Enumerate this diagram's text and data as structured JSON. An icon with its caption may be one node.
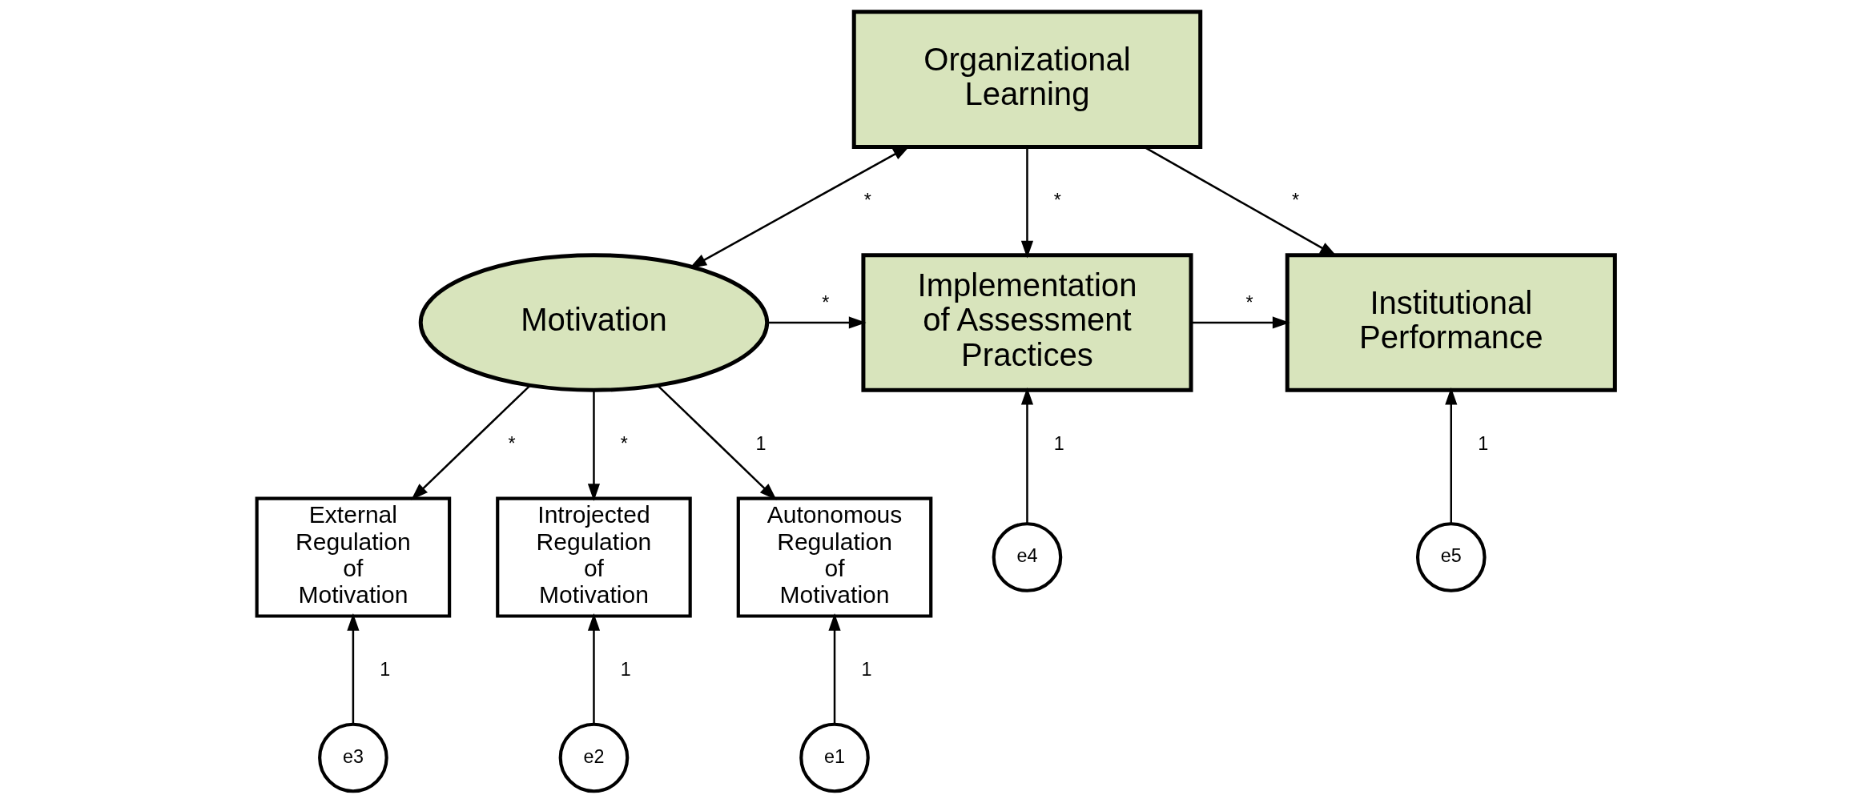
{
  "diagram": {
    "nodes": [
      {
        "text": [
          "Organizational Learning"
        ]
      },
      {
        "text": [
          "Motivation"
        ]
      },
      {
        "text": [
          "Implementation of Assessment Practices"
        ]
      },
      {
        "text": [
          "Institutional Performance"
        ]
      },
      {
        "text": [
          "e4"
        ]
      },
      {
        "text": [
          "e5"
        ]
      },
      {
        "text": [
          "External Regulation of Motivation"
        ]
      },
      {
        "text": [
          "Introjected Regulation of Motivation"
        ]
      },
      {
        "text": [
          "Autonomous Regulation of Motivation"
        ]
      },
      {
        "text": [
          "e3"
        ]
      },
      {
        "text": [
          "e2"
        ]
      },
      {
        "text": [
          "e1"
        ]
      }
    ],
    "edges": [
      {
        "from": 0,
        "to": 1,
        "arrow": "both",
        "label": "*"
      },
      {
        "from": 0,
        "to": 2,
        "arrow": "to",
        "label": "*"
      },
      {
        "from": 0,
        "to": 3,
        "arrow": "to",
        "label": "*"
      },
      {
        "from": 1,
        "to": 2,
        "arrow": "to",
        "label": "*"
      },
      {
        "from": 2,
        "to": 3,
        "arrow": "to",
        "label": "*"
      },
      {
        "from": 4,
        "to": 2,
        "arrow": "to",
        "label": "1"
      },
      {
        "from": 5,
        "to": 3,
        "arrow": "to",
        "label": "1"
      },
      {
        "from": 1,
        "to": 6,
        "arrow": "to",
        "label": "*"
      },
      {
        "from": 1,
        "to": 7,
        "arrow": "to",
        "label": "*"
      },
      {
        "from": 1,
        "to": 8,
        "arrow": "to",
        "label": "1"
      },
      {
        "from": 9,
        "to": 6,
        "arrow": "to",
        "label": "1"
      },
      {
        "from": 10,
        "to": 7,
        "arrow": "to",
        "label": "1"
      },
      {
        "from": 11,
        "to": 8,
        "arrow": "to",
        "label": "1"
      }
    ]
  }
}
